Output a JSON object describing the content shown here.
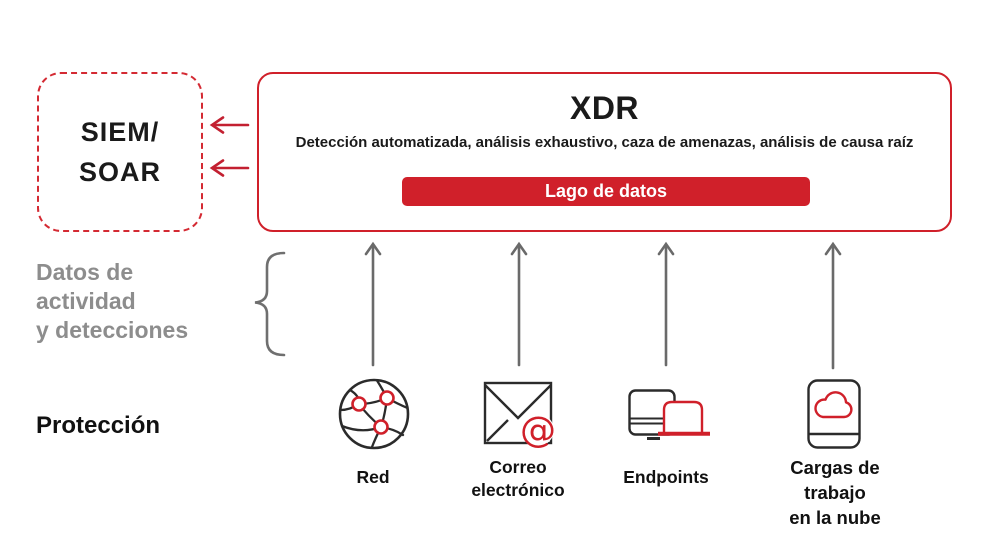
{
  "diagram_title": "XDR architecture diagram",
  "colors": {
    "red": "#d0202a",
    "arrow_red": "#c32031",
    "gray_text": "#8d8d8d",
    "arrow_gray": "#6a6a6a",
    "black": "#1a1a1a"
  },
  "siem_soar": {
    "label": "SIEM/\nSOAR"
  },
  "xdr": {
    "title": "XDR",
    "subtitle": "Detección automatizada, análisis exhaustivo, caza de amenazas, análisis de causa raíz",
    "data_lake_label": "Lago de datos"
  },
  "activity_label": "Datos de\nactividad\ny detecciones",
  "protection_label": "Protección",
  "sources": [
    {
      "id": "network",
      "label": "Red",
      "icon": "network-globe-icon"
    },
    {
      "id": "email",
      "label": "Correo\nelectrónico",
      "icon": "email-envelope-icon"
    },
    {
      "id": "endpoints",
      "label": "Endpoints",
      "icon": "endpoints-devices-icon"
    },
    {
      "id": "cloud",
      "label": "Cargas de trabajo\nen la nube",
      "icon": "cloud-workload-icon"
    }
  ]
}
